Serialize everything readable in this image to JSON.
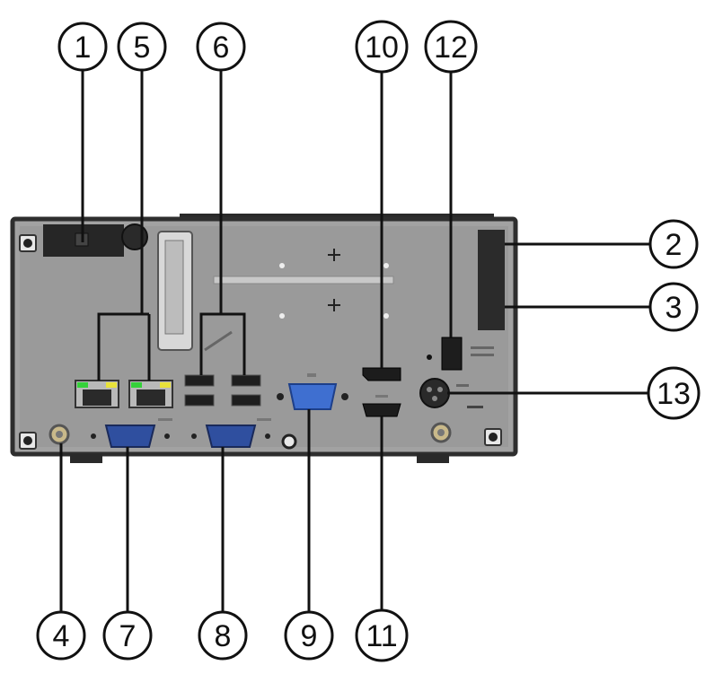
{
  "callouts": [
    {
      "id": "1",
      "label": "1"
    },
    {
      "id": "5",
      "label": "5"
    },
    {
      "id": "6",
      "label": "6"
    },
    {
      "id": "10",
      "label": "10"
    },
    {
      "id": "12",
      "label": "12"
    },
    {
      "id": "2",
      "label": "2"
    },
    {
      "id": "3",
      "label": "3"
    },
    {
      "id": "13",
      "label": "13"
    },
    {
      "id": "4",
      "label": "4"
    },
    {
      "id": "7",
      "label": "7"
    },
    {
      "id": "8",
      "label": "8"
    },
    {
      "id": "9",
      "label": "9"
    },
    {
      "id": "11",
      "label": "11"
    }
  ],
  "colors": {
    "panel": "#9c9c9c",
    "panel_edge": "#3a3a3a",
    "serial_port": "#2f4f9f",
    "vga_port": "#3f6fd0",
    "led_green": "#35d13a",
    "led_yellow": "#e8e23a",
    "line": "#111111"
  }
}
